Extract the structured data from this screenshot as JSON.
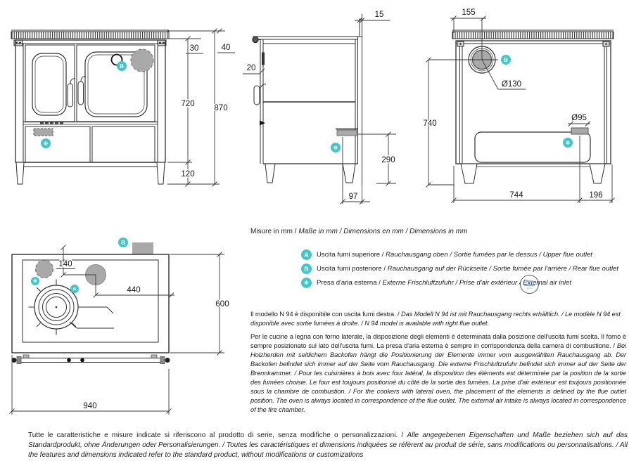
{
  "colors": {
    "accent_teal": "#43c6c9",
    "fill_gray": "#a9a9a9",
    "line": "#2e2e2e",
    "text": "#1c1c1c",
    "logo_blue": "#85b8d8"
  },
  "symbols": {
    "a": "A",
    "b": "B",
    "air": "✳"
  },
  "front_view": {
    "d30": "30",
    "d40": "40",
    "d720": "720",
    "d870": "870",
    "d120": "120"
  },
  "side_view": {
    "d15": "15",
    "d20": "20",
    "d290": "290",
    "d97": "97"
  },
  "back_view": {
    "d155": "155",
    "d_flue": "Ø130",
    "d740": "740",
    "d_air": "Ø95",
    "d744": "744",
    "d196": "196"
  },
  "top_view": {
    "d140": "140",
    "d440": "440",
    "d600": "600",
    "d940": "940"
  },
  "legend": {
    "units_regular": "Misure in mm / ",
    "units_italic": "Maße in mm / Dimensions en mm / Dimensions in mm",
    "items": [
      {
        "symbol": "A",
        "regular": "Uscita fumi superiore / ",
        "italic": "Rauchausgang oben / Sortie fumées par le dessus / Upper flue outlet"
      },
      {
        "symbol": "B",
        "regular": "Uscita fumi posteriore / ",
        "italic": "Rauchausgang auf der Rückseite / Sortie fumée par l'arrière / Rear flue outlet"
      },
      {
        "symbol": "✳",
        "regular": "Presa d'aria esterna / ",
        "italic": "Externe Frischluftzufuhr / Prise d'air extérieur / External air inlet"
      }
    ]
  },
  "notes": {
    "model_regular": "Il modello N 94 è disponibile con uscita fumi destra. / ",
    "model_italic": "Das Modell N 94 ist mit Rauchausgang rechts erhältlich. / Le modèle N 94 est disponible avec sortie fumées à droite. / N 94 model is available with right flue outlet.",
    "layout_regular": "Per le cucine a legna con forno laterale, la disposizione degli elementi è determinata dalla posizione dell'uscita fumi scelta. Il forno è sempre posizionato sul lato dell'uscita fumi. La presa d'aria esterna è sempre in corrispondenza della camera di combustione. / ",
    "layout_italic": "Bei Holzherden mit seitlichem Backofen hängt die Positionierung der Elemente immer vom ausgewählten Rauchausgang ab. Der Backofen befindet sich immer auf der Seite vom Rauchausgang. Die externe Frischluftzufuhr befindet sich immer auf der Seite der Brennkammer. / Pour les cuisinières à bois avec four latéral, la disposition des éléments est déterminée par la position de la sortie des fumées choisie. Le four est toujours positionné du côté de la sortie des fumées. La prise d'air extérieur est toujours positionnée sous la chambre de combustion. / For the cookers with lateral oven, the placement of the elements is defined by the flue outlet position. The oven is always located in correspondence of the flue outlet. The external air intake is always located in correspondence of the fire chamber."
  },
  "footer": {
    "regular": "Tutte le caratteristiche e misure indicate si riferiscono al prodotto di serie, senza modifiche o personalizzazioni. / ",
    "italic": "Alle angegebenen Eigenschaften und Maße beziehen sich auf das Standardprodukt, ohne Änderungen oder Personalisierungen. / Toutes les caractéristiques et dimensions indiquées se réfèrent au produit de série, sans modifications ou personnalisations. / All the features and dimensions indicated refer to the standard product, without modifications or customizations"
  }
}
